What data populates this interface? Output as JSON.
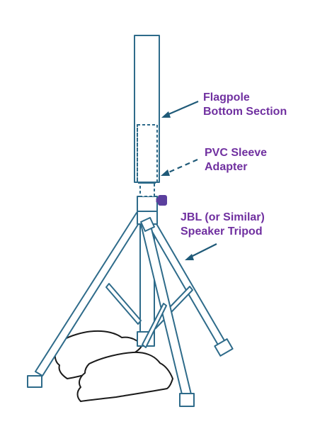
{
  "labels": {
    "flagpole_line1": "Flagpole",
    "flagpole_line2": "Bottom Section",
    "pvc_line1": "PVC Sleeve",
    "pvc_line2": "Adapter",
    "tripod_line1": "JBL (or Similar)",
    "tripod_line2": "Speaker Tripod"
  },
  "colors": {
    "label_text": "#7030a0",
    "outline": "#2e6b8a",
    "arrow": "#1f5a78",
    "knob": "#5b3f9e",
    "pillow_stroke": "#1a1a1a",
    "pillow_fill": "#ffffff"
  },
  "parts": [
    "flagpole-bottom-section",
    "pvc-sleeve-adapter",
    "tripod-clamp-knob",
    "speaker-tripod",
    "sandbag-pillows"
  ]
}
